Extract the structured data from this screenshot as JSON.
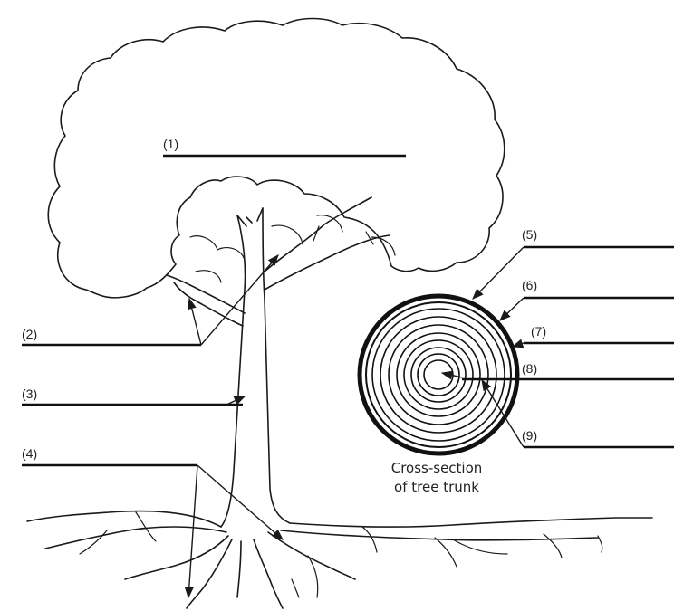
{
  "labels": {
    "l1": "(1)",
    "l2": "(2)",
    "l3": "(3)",
    "l4": "(4)",
    "l5": "(5)",
    "l6": "(6)",
    "l7": "(7)",
    "l8": "(8)",
    "l9": "(9)"
  },
  "caption": {
    "line1": "Cross-section",
    "line2": "of tree trunk"
  }
}
